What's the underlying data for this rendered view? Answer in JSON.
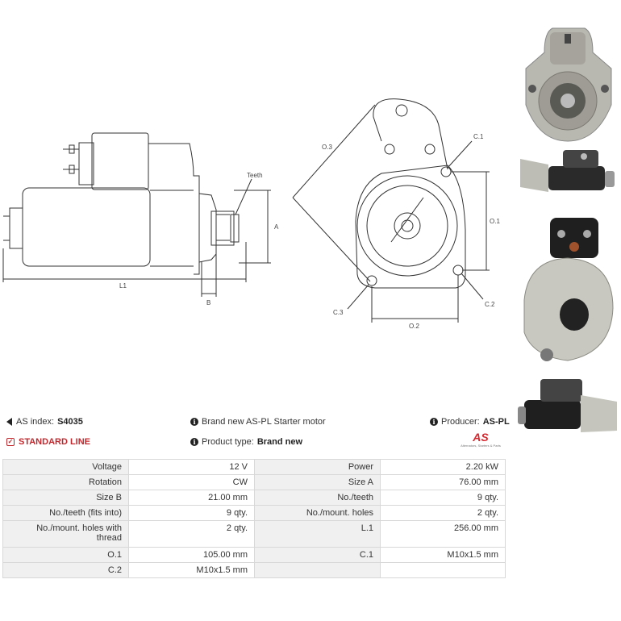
{
  "drawing": {
    "labels": {
      "teeth": "Teeth",
      "a": "A",
      "b": "B",
      "l1": "L1",
      "o3": "O.3",
      "c1": "C.1",
      "o1": "O.1",
      "c2": "C.2",
      "c3": "C.3",
      "o2": "O.2"
    }
  },
  "info": {
    "as_index_label": "AS index:",
    "as_index_value": "S4035",
    "standard_line": "STANDARD LINE",
    "description": "Brand new AS-PL Starter motor",
    "product_type_label": "Product type:",
    "product_type_value": "Brand new",
    "producer_label": "Producer:",
    "producer_value": "AS-PL",
    "logo_text": "AS",
    "logo_tagline": "Alternators, Starters & Parts"
  },
  "colors": {
    "standard_line": "#c0282d",
    "logo_red": "#d7282f",
    "label_bg": "#f0f0f0",
    "border": "#d8d8d8"
  },
  "specs": [
    [
      "Voltage",
      "12 V",
      "Power",
      "2.20 kW"
    ],
    [
      "Rotation",
      "CW",
      "Size A",
      "76.00 mm"
    ],
    [
      "Size B",
      "21.00 mm",
      "No./teeth",
      "9 qty."
    ],
    [
      "No./teeth (fits into)",
      "9 qty.",
      "No./mount. holes",
      "2 qty."
    ],
    [
      "No./mount. holes with thread",
      "2 qty.",
      "L.1",
      "256.00 mm"
    ],
    [
      "O.1",
      "105.00 mm",
      "C.1",
      "M10x1.5 mm"
    ],
    [
      "C.2",
      "M10x1.5 mm",
      "",
      ""
    ]
  ]
}
